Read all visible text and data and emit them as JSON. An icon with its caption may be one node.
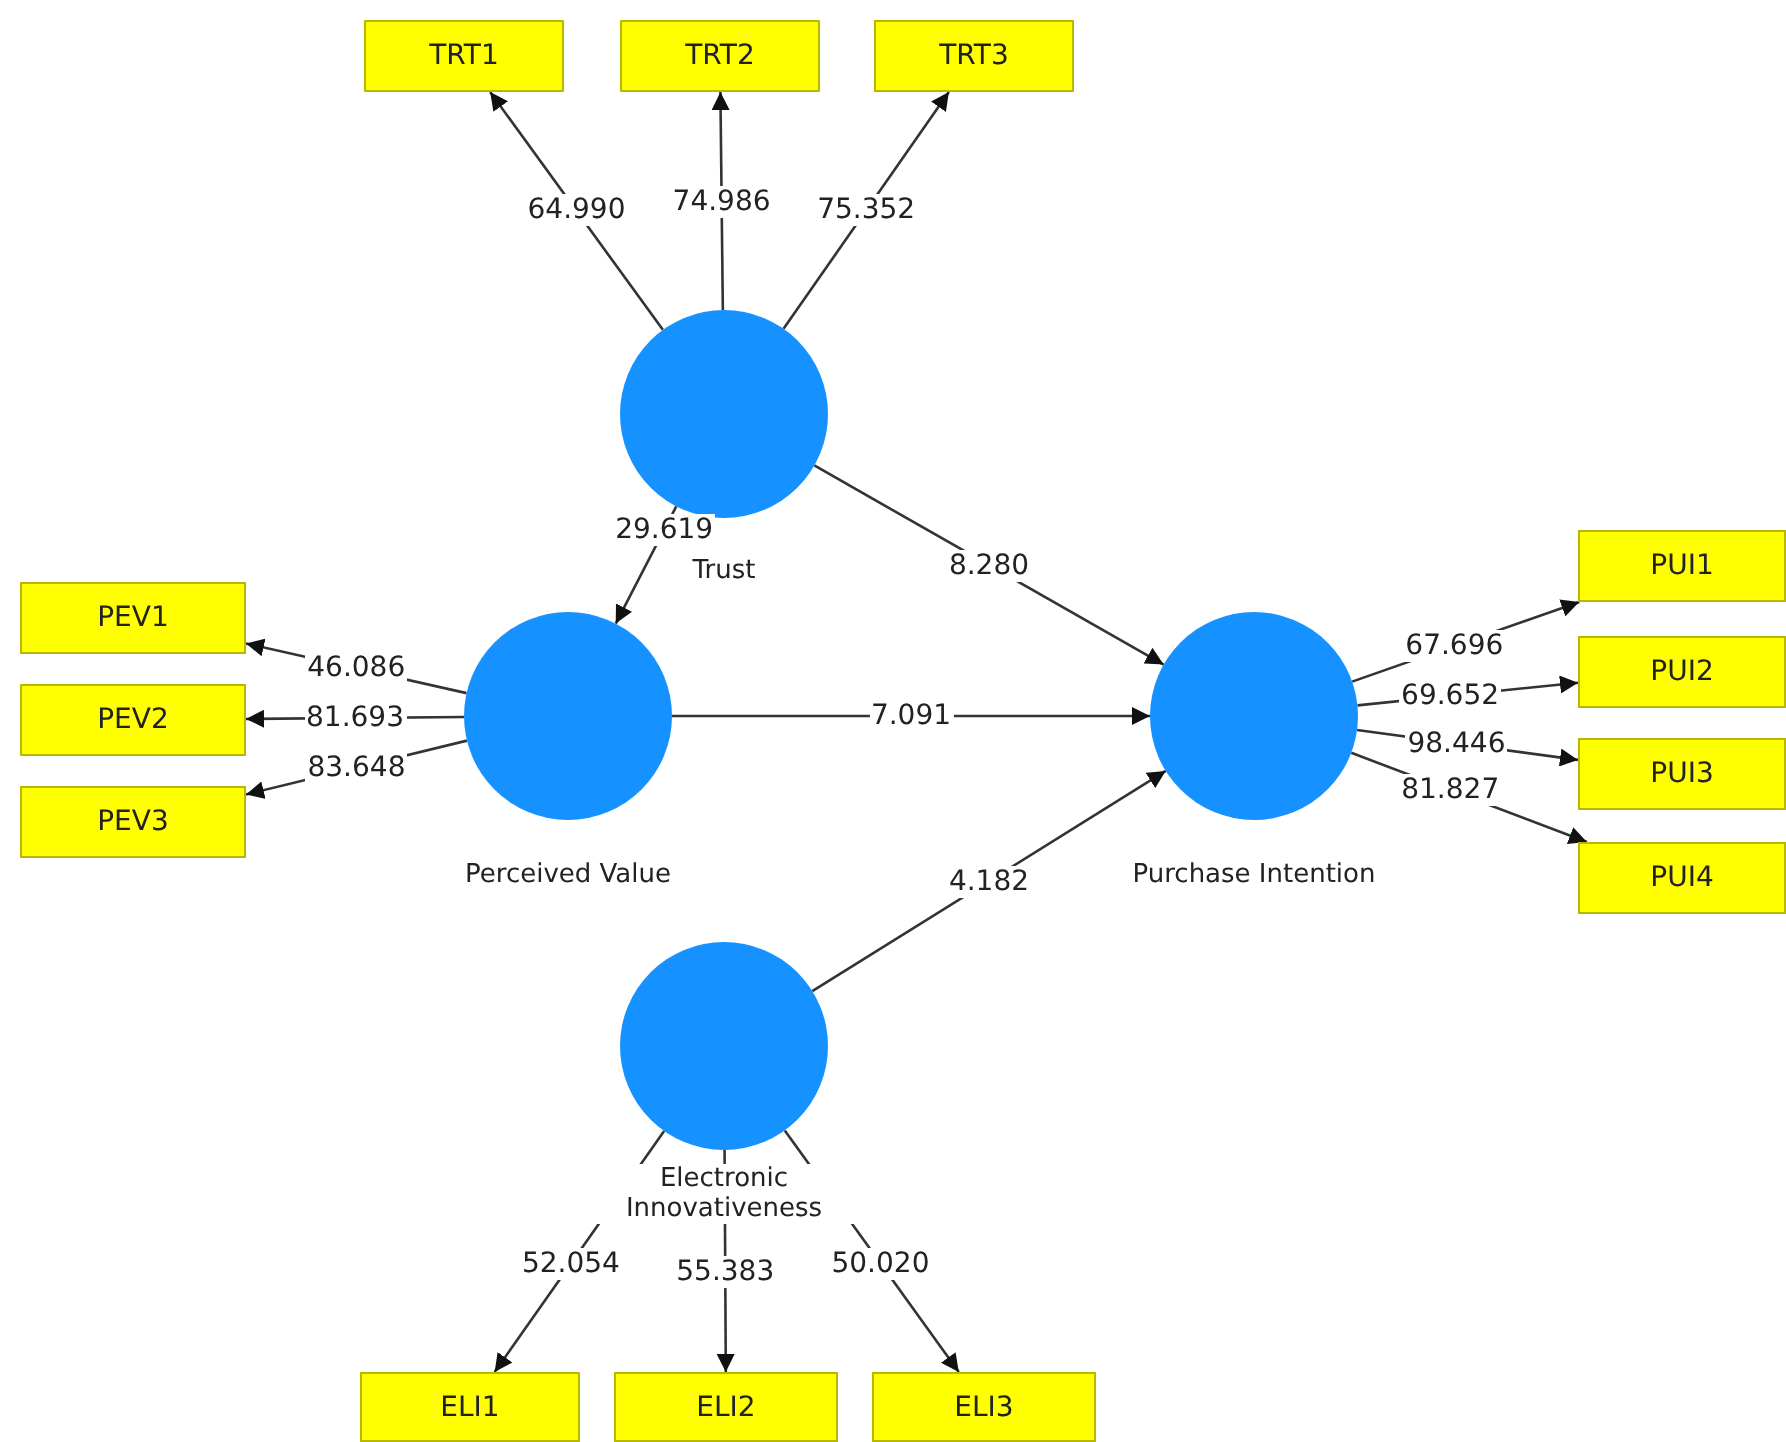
{
  "diagram": {
    "nodes": [
      {
        "text": [
          "TRT1"
        ]
      },
      {
        "text": [
          "TRT2"
        ]
      },
      {
        "text": [
          "TRT3"
        ]
      },
      {
        "text": [
          "Trust"
        ]
      },
      {
        "text": [
          "PEV1"
        ]
      },
      {
        "text": [
          "PEV2"
        ]
      },
      {
        "text": [
          "PEV3"
        ]
      },
      {
        "text": [
          "Perceived Value"
        ]
      },
      {
        "text": [
          "Purchase Intention"
        ]
      },
      {
        "text": [
          "PUI1"
        ]
      },
      {
        "text": [
          "PUI2"
        ]
      },
      {
        "text": [
          "PUI3"
        ]
      },
      {
        "text": [
          "PUI4"
        ]
      },
      {
        "text": [
          "Electronic Innovativeness"
        ]
      },
      {
        "text": [
          "ELI1"
        ]
      },
      {
        "text": [
          "ELI2"
        ]
      },
      {
        "text": [
          "ELI3"
        ]
      }
    ],
    "edges": [
      {
        "from": 3,
        "to": 0,
        "arrow": "to",
        "label": "64.990"
      },
      {
        "from": 3,
        "to": 1,
        "arrow": "to",
        "label": "74.986"
      },
      {
        "from": 3,
        "to": 2,
        "arrow": "to",
        "label": "75.352"
      },
      {
        "from": 3,
        "to": 7,
        "arrow": "to",
        "label": "29.619"
      },
      {
        "from": 3,
        "to": 8,
        "arrow": "to",
        "label": "8.280"
      },
      {
        "from": 7,
        "to": 4,
        "arrow": "to",
        "label": "46.086"
      },
      {
        "from": 7,
        "to": 5,
        "arrow": "to",
        "label": "81.693"
      },
      {
        "from": 7,
        "to": 6,
        "arrow": "to",
        "label": "83.648"
      },
      {
        "from": 7,
        "to": 8,
        "arrow": "to",
        "label": "7.091"
      },
      {
        "from": 8,
        "to": 9,
        "arrow": "to",
        "label": "67.696"
      },
      {
        "from": 8,
        "to": 10,
        "arrow": "to",
        "label": "69.652"
      },
      {
        "from": 8,
        "to": 11,
        "arrow": "to",
        "label": "98.446"
      },
      {
        "from": 8,
        "to": 12,
        "arrow": "to",
        "label": "81.827"
      },
      {
        "from": 13,
        "to": 8,
        "arrow": "to",
        "label": "4.182"
      },
      {
        "from": 13,
        "to": 14,
        "arrow": "to",
        "label": "52.054"
      },
      {
        "from": 13,
        "to": 15,
        "arrow": "to",
        "label": "55.383"
      },
      {
        "from": 13,
        "to": 16,
        "arrow": "to",
        "label": "50.020"
      }
    ]
  }
}
